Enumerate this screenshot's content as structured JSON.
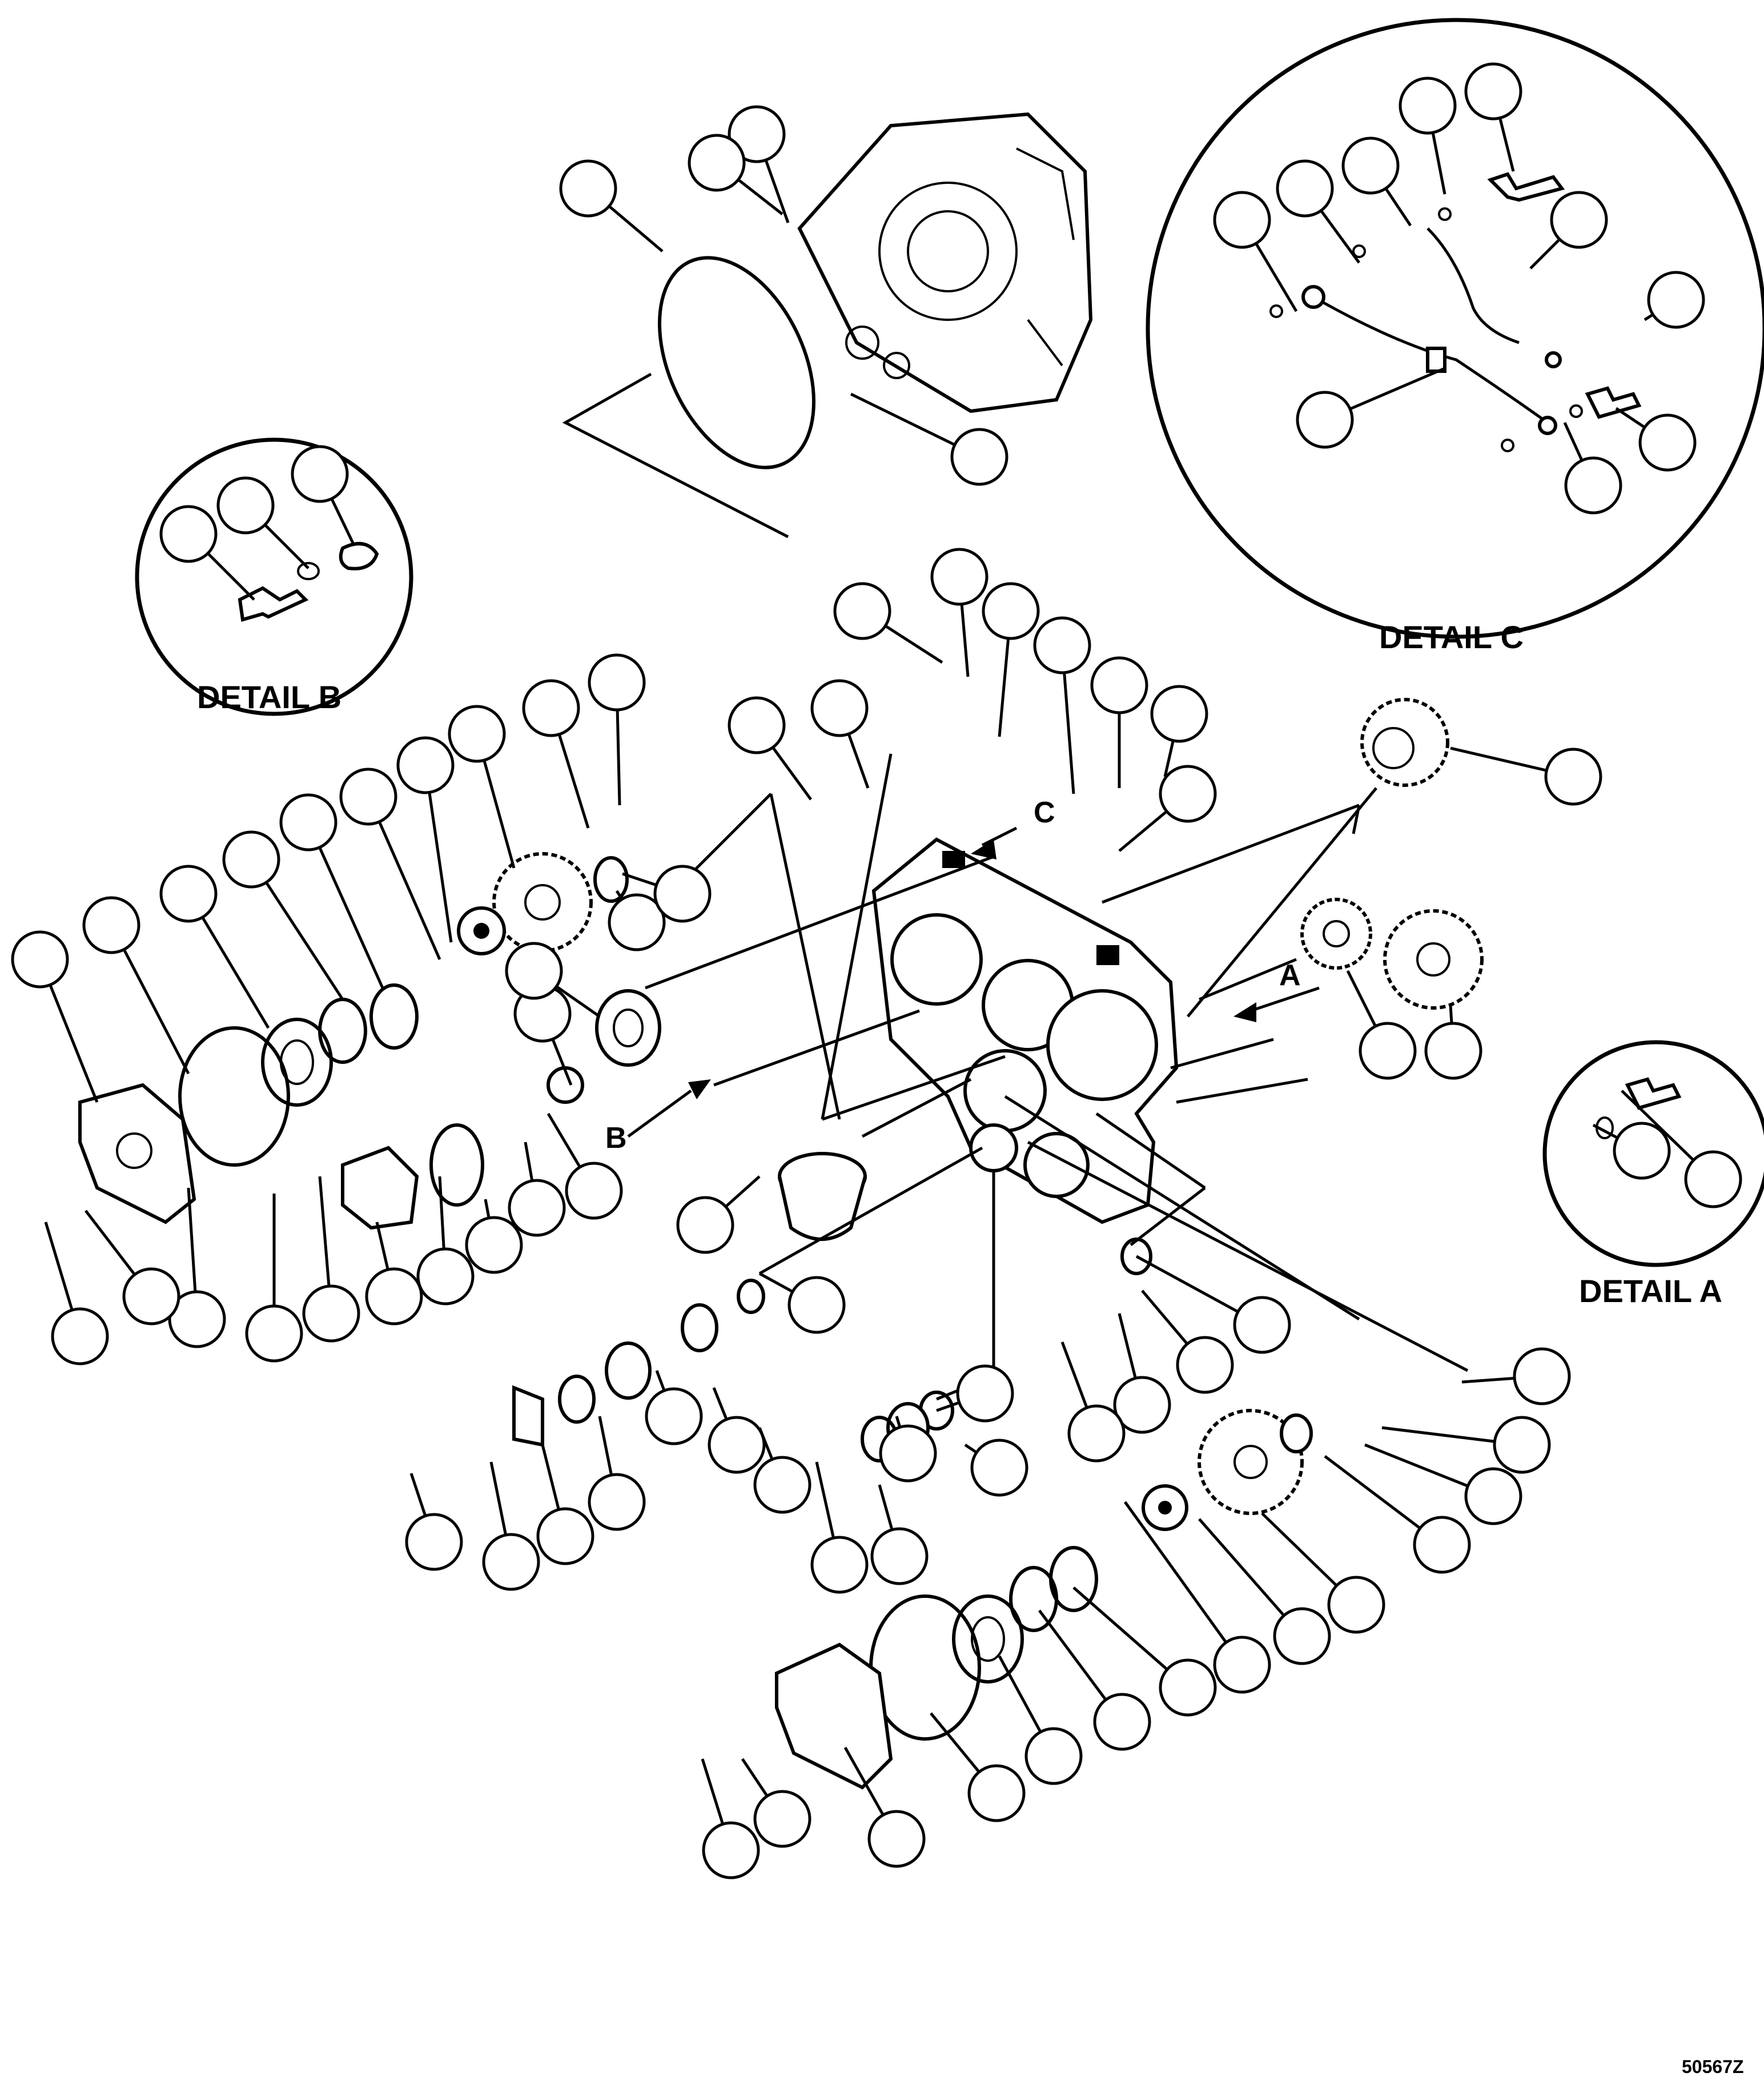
{
  "labels": {
    "detail_a": "DETAIL A",
    "detail_b": "DETAIL B",
    "detail_c": "DETAIL C",
    "arrow_a": "A",
    "arrow_b": "B",
    "arrow_c": "C",
    "figure_number": "50567Z"
  },
  "callout_count": 86
}
